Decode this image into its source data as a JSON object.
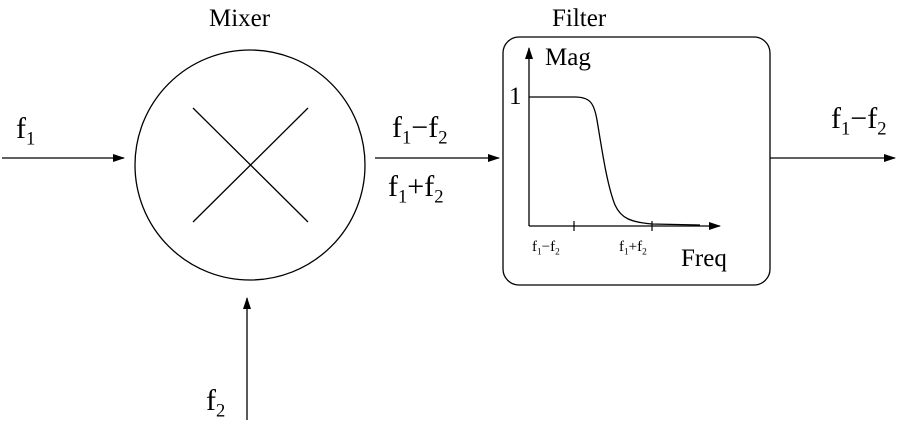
{
  "mixer": {
    "title": "Mixer"
  },
  "filter": {
    "title": "Filter",
    "y_label": "Mag",
    "x_label": "Freq",
    "y_tick": "1",
    "x_tick_1": {
      "base": "f",
      "sub1": "1",
      "op": "−",
      "base2": "f",
      "sub2": "2"
    },
    "x_tick_2": {
      "base": "f",
      "sub1": "1",
      "op": "+",
      "base2": "f",
      "sub2": "2"
    }
  },
  "inputs": {
    "f1": {
      "base": "f",
      "sub": "1"
    },
    "f2": {
      "base": "f",
      "sub": "2"
    }
  },
  "mixer_output": {
    "diff": {
      "base": "f",
      "sub1": "1",
      "op": "−",
      "base2": "f",
      "sub2": "2"
    },
    "sum": {
      "base": "f",
      "sub1": "1",
      "op": "+",
      "base2": "f",
      "sub2": "2"
    }
  },
  "filter_output": {
    "base": "f",
    "sub1": "1",
    "op": "−",
    "base2": "f",
    "sub2": "2"
  },
  "colors": {
    "stroke": "#000000",
    "background": "#ffffff"
  }
}
